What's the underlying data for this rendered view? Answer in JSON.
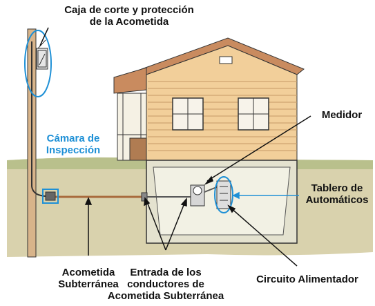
{
  "labels": {
    "caja_line1": "Caja de corte y protección",
    "caja_line2": "de la Acometida",
    "camara_line1": "Cámara de",
    "camara_line2": "Inspección",
    "medidor": "Medidor",
    "tablero_line1": "Tablero de",
    "tablero_line2": "Automáticos",
    "acometida_line1": "Acometida",
    "acometida_line2": "Subterránea",
    "entrada_line1": "Entrada de los",
    "entrada_line2": "conductores de",
    "entrada_line3": "Acometida Subterránea",
    "circuito": "Circuito Alimentador"
  },
  "colors": {
    "highlight": "#1e90d6",
    "siding": "#f2cf9a",
    "roof": "#d9a070",
    "ground": "#d8cfa8",
    "grass": "#b8bf8a",
    "basement": "#ecebd8"
  }
}
